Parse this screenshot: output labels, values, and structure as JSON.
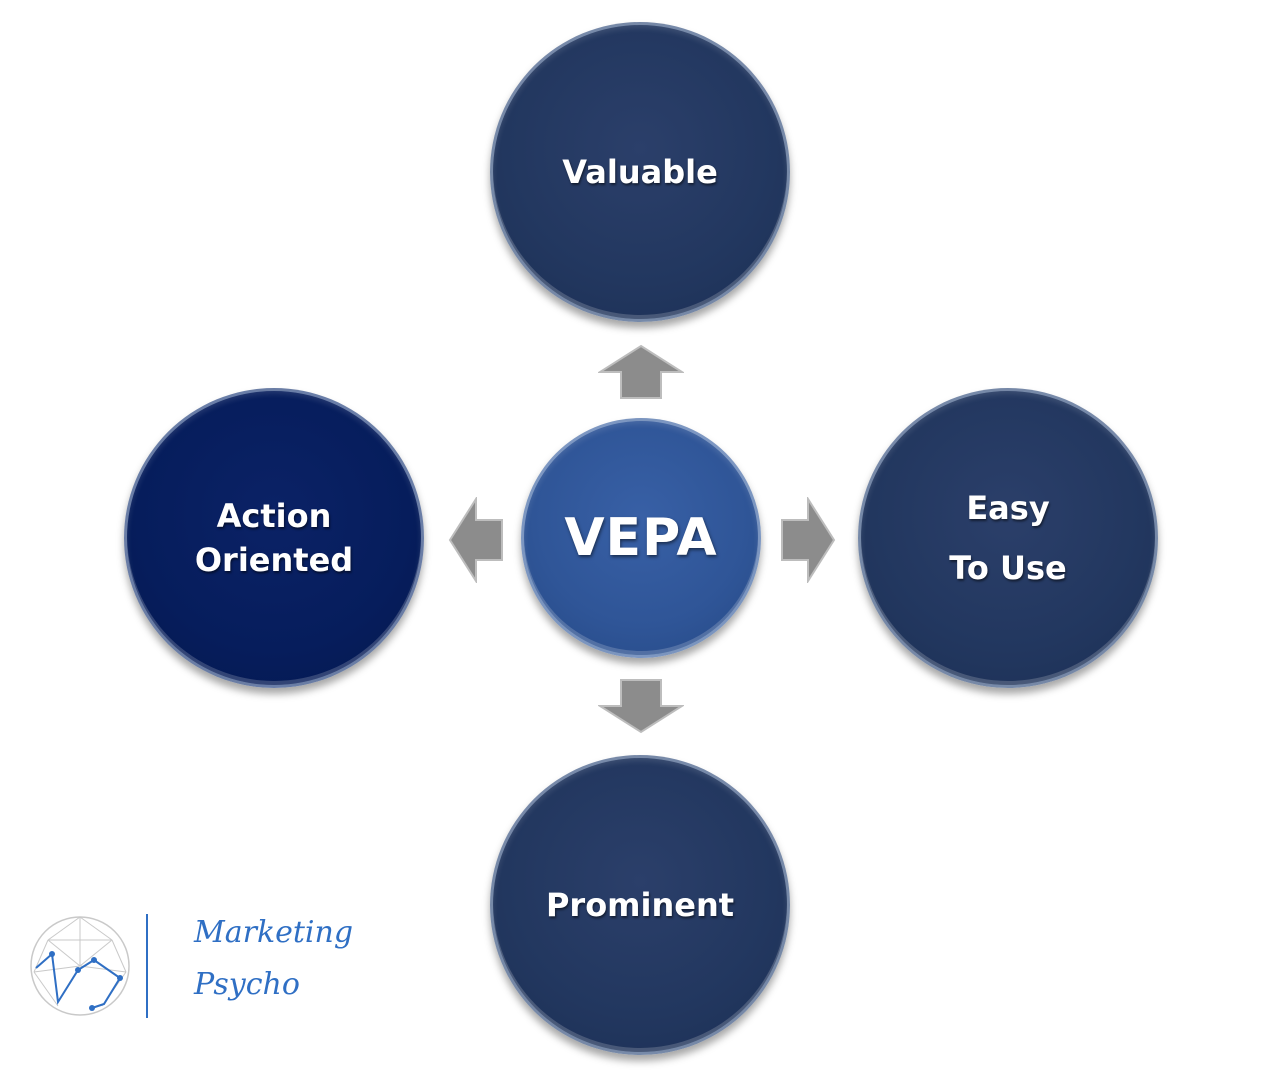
{
  "center": {
    "label": "VEPA"
  },
  "nodes": {
    "top": {
      "label": "Valuable"
    },
    "left": {
      "line1": "Action",
      "line2": "Oriented"
    },
    "right": {
      "line1": "Easy",
      "line2": "To Use"
    },
    "bottom": {
      "label": "Prominent"
    }
  },
  "logo": {
    "line1": "Marketing",
    "line2": "Psycho"
  },
  "colors": {
    "node_dark": "#22375f",
    "node_navy": "#061d5c",
    "center": "#2f5597",
    "arrow": "#8c8c8c",
    "logo": "#2f6fc4"
  }
}
